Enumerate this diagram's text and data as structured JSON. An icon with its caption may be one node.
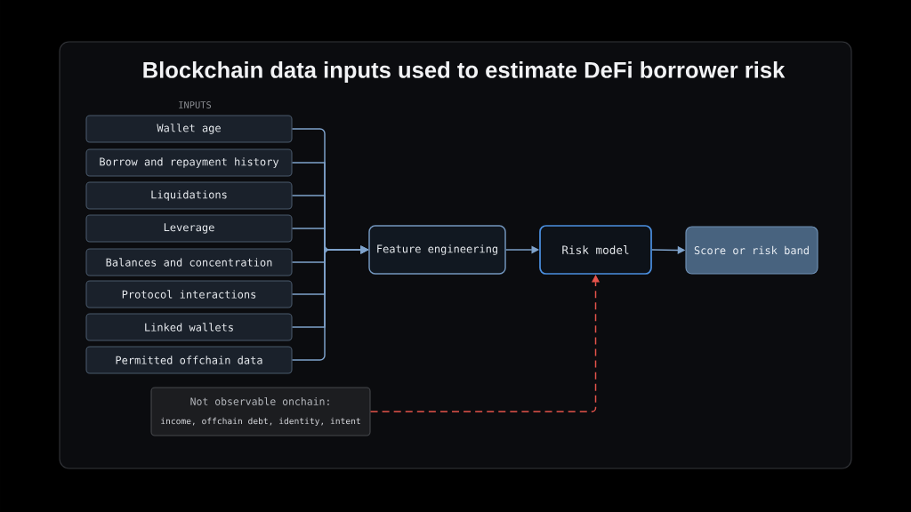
{
  "diagram": {
    "title": "Blockchain data inputs used to estimate DeFi borrower risk",
    "nodes": [
      {
        "text": [
          "Wallet age"
        ]
      },
      {
        "text": [
          "Borrow and repayment history"
        ]
      },
      {
        "text": [
          "Liquidations"
        ]
      },
      {
        "text": [
          "Leverage"
        ]
      },
      {
        "text": [
          "Balances and concentration"
        ]
      },
      {
        "text": [
          "Protocol interactions"
        ]
      },
      {
        "text": [
          "Linked wallets"
        ]
      },
      {
        "text": [
          "Permitted offchain data"
        ]
      },
      {
        "text": [
          "Feature engineering"
        ]
      },
      {
        "text": [
          "Risk model"
        ]
      },
      {
        "text": [
          "Score or risk band"
        ]
      },
      {
        "text": [
          "Not observable onchain:",
          "income, offchain debt, identity, intent"
        ]
      }
    ],
    "edges": [
      {
        "from": 0,
        "to": 8,
        "arrow": "to"
      },
      {
        "from": 1,
        "to": 8,
        "arrow": "to"
      },
      {
        "from": 2,
        "to": 8,
        "arrow": "to"
      },
      {
        "from": 3,
        "to": 8,
        "arrow": "to"
      },
      {
        "from": 4,
        "to": 8,
        "arrow": "to"
      },
      {
        "from": 5,
        "to": 8,
        "arrow": "to"
      },
      {
        "from": 6,
        "to": 8,
        "arrow": "to"
      },
      {
        "from": 7,
        "to": 8,
        "arrow": "to"
      },
      {
        "from": 8,
        "to": 9,
        "arrow": "to"
      },
      {
        "from": 9,
        "to": 10,
        "arrow": "to"
      },
      {
        "from": 11,
        "to": 9,
        "arrow": "to",
        "style": "dashed",
        "color": "#e5534b"
      }
    ],
    "labels": [
      "INPUTS"
    ]
  }
}
